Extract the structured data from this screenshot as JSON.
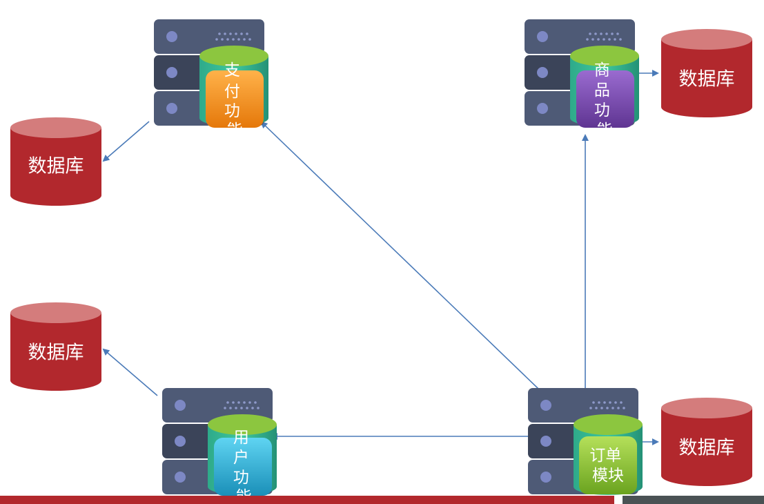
{
  "colors": {
    "database": "#b2282d",
    "database_top": "#d47c7c",
    "server": "#4e5a76",
    "server_dark": "#3b4459",
    "arrow": "#4a7ab8",
    "payment": "#f7931e",
    "product": "#7c4fb0",
    "user": "#2bb3da",
    "order": "#8cc63f"
  },
  "databases": {
    "payment": "数据库",
    "product": "数据库",
    "user": "数据库",
    "order": "数据库"
  },
  "modules": {
    "payment": [
      "支",
      "付",
      "功",
      "能"
    ],
    "product": [
      "商",
      "品",
      "功",
      "能"
    ],
    "user": [
      "用",
      "户",
      "功",
      "能"
    ],
    "order": [
      "订单",
      "模块"
    ]
  }
}
